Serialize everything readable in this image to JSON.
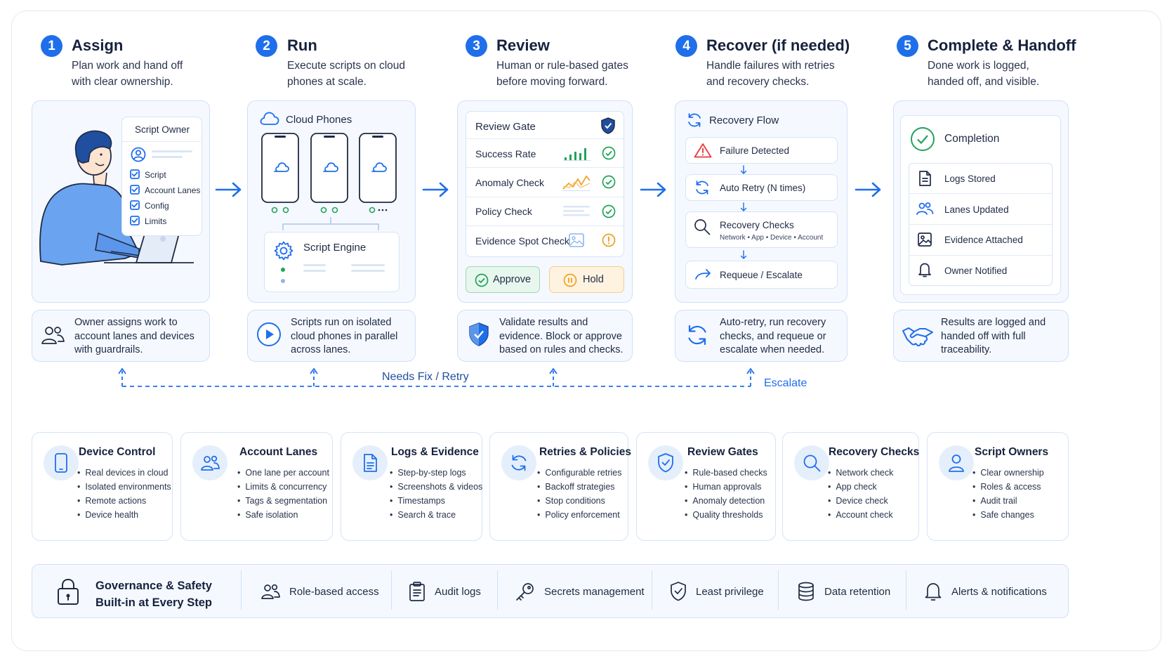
{
  "steps": [
    {
      "num": "1",
      "title": "Assign",
      "desc": "Plan work and hand off with clear ownership."
    },
    {
      "num": "2",
      "title": "Run",
      "desc": "Execute scripts on cloud phones at scale."
    },
    {
      "num": "3",
      "title": "Review",
      "desc": "Human or rule-based gates before moving forward."
    },
    {
      "num": "4",
      "title": "Recover (if needed)",
      "desc": "Handle failures with retries and recovery checks."
    },
    {
      "num": "5",
      "title": "Complete & Handoff",
      "desc": "Done work is logged, handed off, and visible."
    }
  ],
  "assign": {
    "card_title": "Script Owner",
    "items": [
      "Script",
      "Account Lanes",
      "Config",
      "Limits"
    ]
  },
  "run": {
    "phones_title": "Cloud Phones",
    "engine_title": "Script Engine"
  },
  "review": {
    "gate_title": "Review Gate",
    "checks": [
      "Success Rate",
      "Anomaly Check",
      "Policy Check",
      "Evidence Spot Check"
    ],
    "approve": "Approve",
    "hold": "Hold"
  },
  "recover": {
    "flow_title": "Recovery Flow",
    "failure": "Failure Detected",
    "retry": "Auto Retry (N times)",
    "checks": "Recovery Checks",
    "checks_sub": "Network • App • Device • Account",
    "requeue": "Requeue / Escalate"
  },
  "complete": {
    "title": "Completion",
    "items": [
      "Logs Stored",
      "Lanes Updated",
      "Evidence Attached",
      "Owner Notified"
    ]
  },
  "captions": [
    "Owner assigns work to account lanes and devices with guardrails.",
    "Scripts run on isolated cloud phones in parallel across lanes.",
    "Validate results and evidence. Block or approve based on rules and checks.",
    "Auto-retry, run recovery checks, and requeue or escalate when needed.",
    "Results are logged and handed off with full traceability."
  ],
  "loop": {
    "retry_label": "Needs Fix / Retry",
    "escalate_label": "Escalate"
  },
  "features": [
    {
      "title": "Device Control",
      "icon": "phone-icon",
      "items": [
        "Real devices in cloud",
        "Isolated environments",
        "Remote actions",
        "Device health"
      ]
    },
    {
      "title": "Account Lanes",
      "icon": "users-icon",
      "items": [
        "One lane per account",
        "Limits & concurrency",
        "Tags & segmentation",
        "Safe isolation"
      ]
    },
    {
      "title": "Logs & Evidence",
      "icon": "document-icon",
      "items": [
        "Step-by-step logs",
        "Screenshots & videos",
        "Timestamps",
        "Search & trace"
      ]
    },
    {
      "title": "Retries & Policies",
      "icon": "refresh-icon",
      "items": [
        "Configurable retries",
        "Backoff strategies",
        "Stop conditions",
        "Policy enforcement"
      ]
    },
    {
      "title": "Review Gates",
      "icon": "shield-check-icon",
      "items": [
        "Rule-based checks",
        "Human approvals",
        "Anomaly detection",
        "Quality thresholds"
      ]
    },
    {
      "title": "Recovery Checks",
      "icon": "search-icon",
      "items": [
        "Network check",
        "App check",
        "Device check",
        "Account check"
      ]
    },
    {
      "title": "Script Owners",
      "icon": "user-icon",
      "items": [
        "Clear ownership",
        "Roles & access",
        "Audit trail",
        "Safe changes"
      ]
    }
  ],
  "governance": {
    "title_line1": "Governance & Safety",
    "title_line2": "Built-in at Every Step",
    "items": [
      "Role-based access",
      "Audit logs",
      "Secrets management",
      "Least privilege",
      "Data retention",
      "Alerts & notifications"
    ]
  },
  "colors": {
    "accent": "#1f6feb",
    "panel_bg": "#f5f9ff",
    "border": "#cfe0f7",
    "success": "#22a35a",
    "warning": "#f0a020",
    "danger": "#e23b3b"
  }
}
